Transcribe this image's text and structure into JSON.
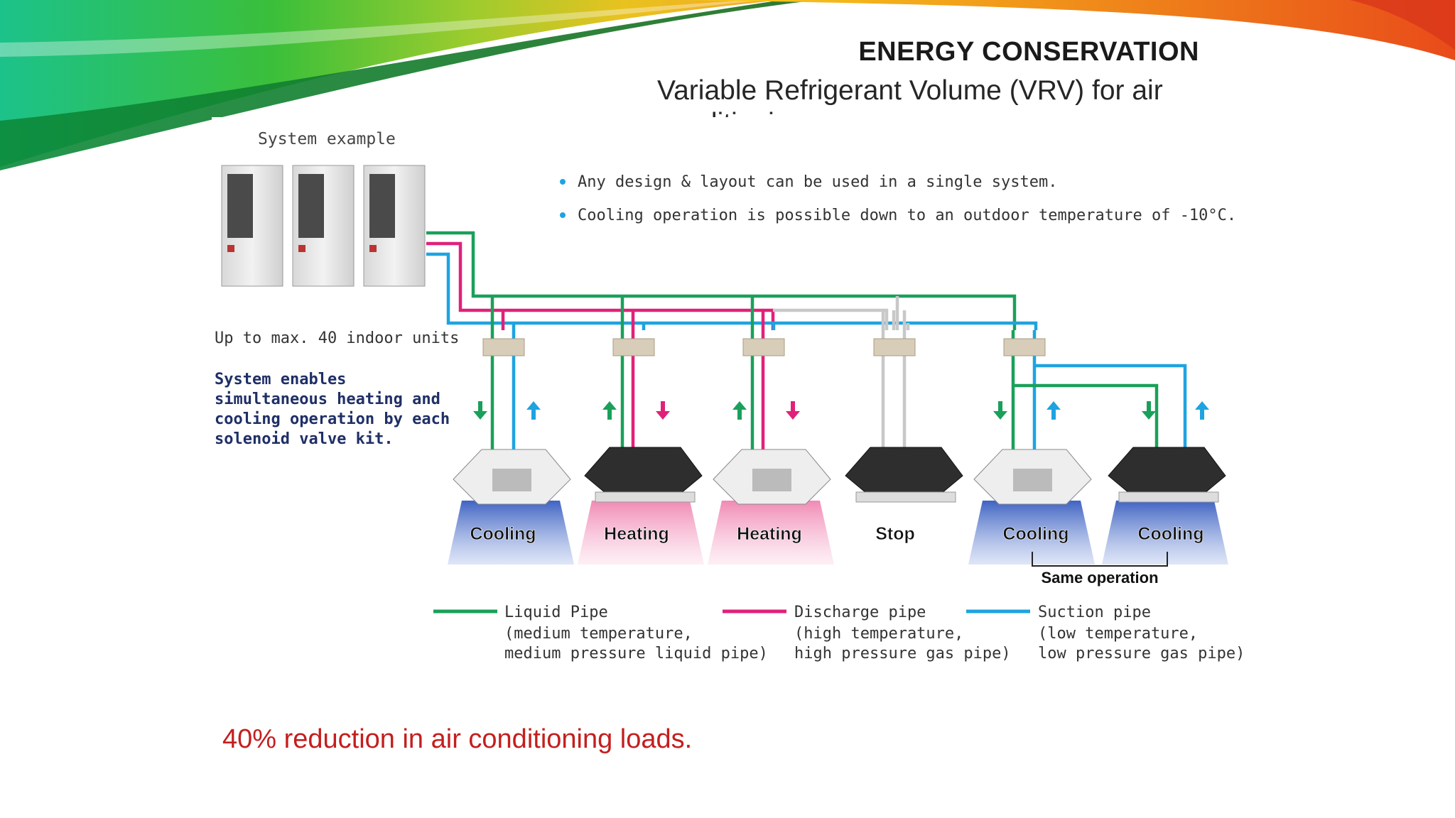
{
  "slide": {
    "title": "ENERGY CONSERVATION",
    "subtitle": "Variable Refrigerant Volume (VRV) for air conditioning",
    "footnote": "40% reduction in air conditioning loads."
  },
  "diagram": {
    "system_label": "System example",
    "bullets": [
      "Any design & layout can be used in a single system.",
      "Cooling operation is possible down to an outdoor temperature of -10°C."
    ],
    "max_units": "Up to max. 40 indoor units",
    "enables_lines": [
      "System enables",
      "simultaneous heating and",
      "cooling operation by each",
      "solenoid valve kit."
    ],
    "units": [
      {
        "mode": "Cooling",
        "state": "cooling"
      },
      {
        "mode": "Heating",
        "state": "heating"
      },
      {
        "mode": "Heating",
        "state": "heating"
      },
      {
        "mode": "Stop",
        "state": "stop"
      },
      {
        "mode": "Cooling",
        "state": "cooling"
      },
      {
        "mode": "Cooling",
        "state": "cooling"
      }
    ],
    "same_operation": "Same operation",
    "legend": [
      {
        "name": "Liquid Pipe",
        "line1": "(medium temperature,",
        "line2": "medium pressure liquid pipe)",
        "color": "#1aa05a"
      },
      {
        "name": "Discharge pipe",
        "line1": "(high temperature,",
        "line2": "high pressure gas pipe)",
        "color": "#e0217a"
      },
      {
        "name": "Suction pipe",
        "line1": "(low temperature,",
        "line2": "low pressure gas pipe)",
        "color": "#1fa3e0"
      }
    ],
    "colors": {
      "liquid": "#1aa05a",
      "discharge": "#e0217a",
      "suction": "#1fa3e0",
      "idle": "#c8c8c8",
      "cooling_air": "#4d6fc4",
      "heating_air": "#f2a3c3"
    }
  }
}
